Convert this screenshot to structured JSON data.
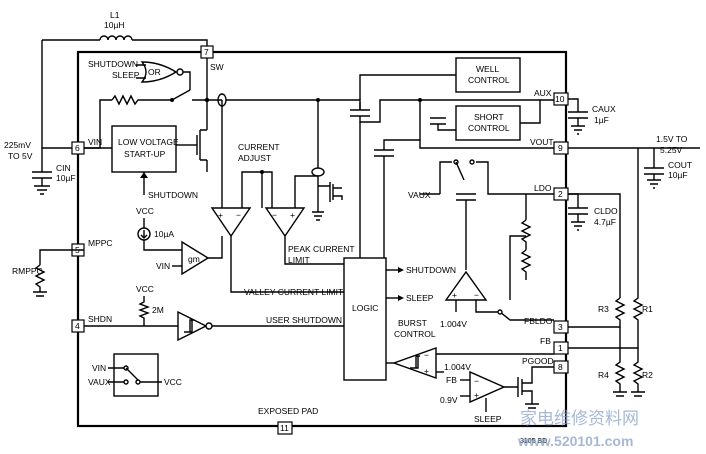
{
  "external": {
    "inductor": {
      "ref": "L1",
      "value": "10µH"
    },
    "vin_supply": {
      "voltage": "225mV",
      "range": "TO 5V"
    },
    "cin": {
      "ref": "CIN",
      "value": "10µF"
    },
    "caux": {
      "ref": "CAUX",
      "value": "1µF"
    },
    "vout_range": {
      "line1": "1.5V TO",
      "line2": "5.25V"
    },
    "cout": {
      "ref": "COUT",
      "value": "10µF"
    },
    "cldo": {
      "ref": "CLDO",
      "value": "4.7µF"
    },
    "rmppc": "RMPPC",
    "r1": "R1",
    "r2": "R2",
    "r3": "R3",
    "r4": "R4"
  },
  "pins": [
    {
      "num": "7",
      "name": "SW"
    },
    {
      "num": "6",
      "name": "VIN"
    },
    {
      "num": "5",
      "name": "MPPC"
    },
    {
      "num": "4",
      "name": "SHDN"
    },
    {
      "num": "10",
      "name": "AUX"
    },
    {
      "num": "9",
      "name": "VOUT"
    },
    {
      "num": "2",
      "name": "LDO"
    },
    {
      "num": "3",
      "name": "FBLDO"
    },
    {
      "num": "1",
      "name": "FB"
    },
    {
      "num": "8",
      "name": "PGOOD"
    },
    {
      "num": "11",
      "name": "EXPOSED PAD"
    }
  ],
  "blocks": {
    "or_gate": "OR",
    "shutdown": "SHUTDOWN",
    "sleep": "SLEEP",
    "startup_line1": "LOW VOLTAGE",
    "startup_line2": "START-UP",
    "startup_shutdown": "SHUTDOWN",
    "current_adjust_line1": "CURRENT",
    "current_adjust_line2": "ADJUST",
    "well_control_line1": "WELL",
    "well_control_line2": "CONTROL",
    "short_control_line1": "SHORT",
    "short_control_line2": "CONTROL",
    "logic": "LOGIC",
    "peak_current_line1": "PEAK CURRENT",
    "peak_current_line2": "LIMIT",
    "valley_current": "VALLEY CURRENT LIMIT",
    "user_shutdown": "USER SHUTDOWN",
    "out_shutdown": "SHUTDOWN",
    "out_sleep": "SLEEP",
    "burst_line1": "BURST",
    "burst_line2": "CONTROL",
    "gm": "gm",
    "gm_vin": "VIN",
    "vcc1": "VCC",
    "current_source": "10µA",
    "vcc2": "VCC",
    "res_2m": "2M",
    "vaux_ldo": "VAUX",
    "ref_1004a": "1.004V",
    "ref_1004b": "1.004V",
    "comp_fb": "FB",
    "comp_09v": "0.9V",
    "comp_sleep": "SLEEP",
    "mux_vin": "VIN",
    "mux_vaux": "VAUX",
    "mux_vcc": "VCC",
    "ic_code": "3105 BD"
  },
  "watermark": {
    "chinese": "家电维修资料网",
    "url": "www.520101.com"
  }
}
